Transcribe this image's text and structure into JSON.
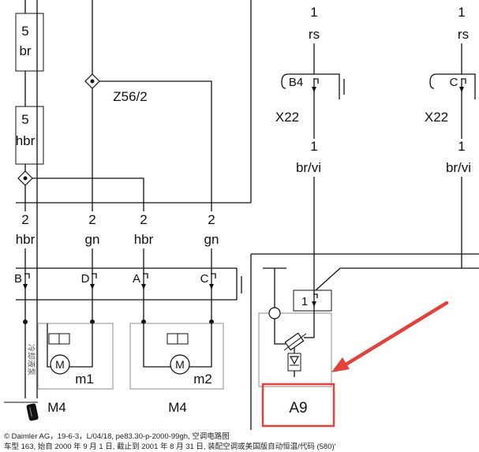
{
  "left": {
    "wire_top": {
      "num": "5",
      "color": "br"
    },
    "wire_mid": {
      "num": "5",
      "color": "hbr"
    }
  },
  "splice": "Z56/2",
  "wires": [
    {
      "num": "2",
      "color": "hbr"
    },
    {
      "num": "2",
      "color": "gn"
    },
    {
      "num": "2",
      "color": "hbr"
    },
    {
      "num": "2",
      "color": "gn"
    }
  ],
  "connector": {
    "pins": [
      "B",
      "D",
      "A",
      "C"
    ]
  },
  "motors": [
    {
      "symbol": "M",
      "label": "m1",
      "component": "M4"
    },
    {
      "symbol": "M",
      "label": "m2",
      "component": "M4"
    }
  ],
  "side_note": "冷却液泵",
  "right_columns": [
    {
      "top_num": "1",
      "top_color": "rs",
      "pin": "B4",
      "connector": "X22",
      "bottom_num": "1",
      "bottom_color": "br/vi"
    },
    {
      "top_num": "1",
      "top_color": "rs",
      "pin": "C",
      "connector": "X22",
      "bottom_num": "1",
      "bottom_color": "br/vi"
    }
  ],
  "a9": {
    "pin": "1",
    "label": "A9"
  },
  "footer": {
    "line1": "© Daimler AG，19-6-3，L/04/18, pe83.30-p-2000-99gh, 空调电路图",
    "line2": "车型 163, 始自 2000 年 9 月 1 日, 截止到 2001 年 8 月 31 日, 装配空调或美国版自动恒温/代码 (580)'"
  },
  "icons": {
    "overlay": "marker-icon"
  },
  "colors": {
    "line": "#111111",
    "frame": "#8c8c8c",
    "highlight": "#e5403a"
  }
}
